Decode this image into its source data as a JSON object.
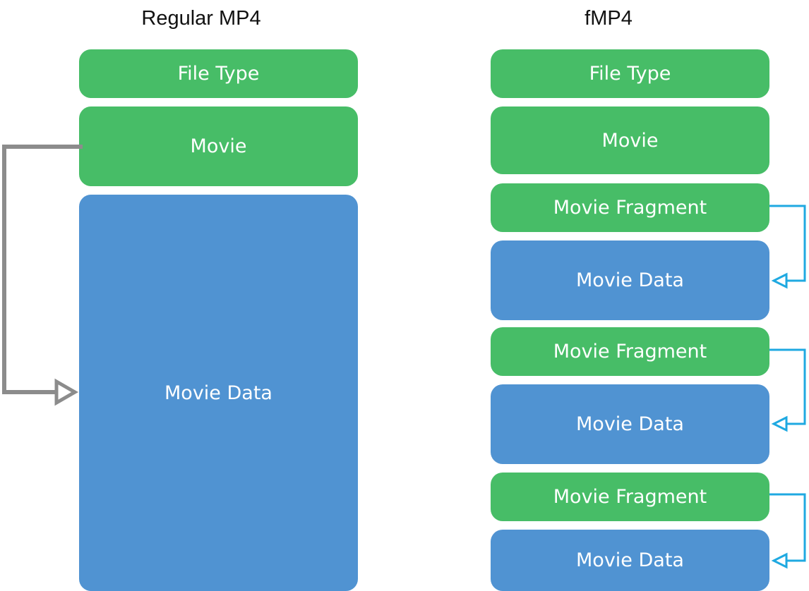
{
  "headings": {
    "regular": "Regular MP4",
    "fragmented": "fMP4"
  },
  "regular_mp4": {
    "boxes": [
      {
        "label": "File Type",
        "kind": "metadata"
      },
      {
        "label": "Movie",
        "kind": "metadata"
      },
      {
        "label": "Movie Data",
        "kind": "media"
      }
    ]
  },
  "fmp4": {
    "boxes": [
      {
        "label": "File Type",
        "kind": "metadata"
      },
      {
        "label": "Movie",
        "kind": "metadata"
      },
      {
        "label": "Movie Fragment",
        "kind": "metadata"
      },
      {
        "label": "Movie Data",
        "kind": "media"
      },
      {
        "label": "Movie Fragment",
        "kind": "metadata"
      },
      {
        "label": "Movie Data",
        "kind": "media"
      },
      {
        "label": "Movie Fragment",
        "kind": "metadata"
      },
      {
        "label": "Movie Data",
        "kind": "media"
      }
    ]
  },
  "colors": {
    "metadata": "#47bd67",
    "media": "#5093d2",
    "regular_arrow": "#8c8c8c",
    "fragment_arrow": "#1fa9e1"
  }
}
